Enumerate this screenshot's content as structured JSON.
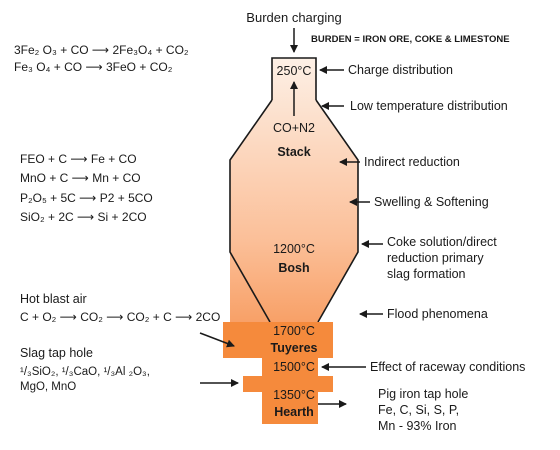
{
  "header": {
    "burden_charging": "Burden charging",
    "burden_definition": "BURDEN = IRON ORE, COKE & LIMESTONE"
  },
  "left_equations": {
    "upper": [
      "3Fe₂ O₃ + CO ⟶ 2Fe₃O₄ + CO₂",
      "Fe₃ O₄ + CO ⟶ 3FeO + CO₂"
    ],
    "middle": [
      "FEO + C ⟶ Fe + CO",
      "MnO + C ⟶ Mn + CO",
      "P₂O₅ + 5C ⟶ P2 + 5CO",
      "SiO₂ + 2C ⟶ Si + 2CO"
    ],
    "hot_blast_title": "Hot blast air",
    "hot_blast_eq": "C + O₂ ⟶ CO₂ ⟶ CO₂ + C ⟶ 2CO",
    "slag_title": "Slag tap hole",
    "slag_line1": "¹/₃SiO₂, ¹/₃CaO, ¹/₃Al ₂O₃,",
    "slag_line2": "MgO, MnO"
  },
  "furnace": {
    "top_temp": "250°C",
    "top_gas": "CO+N2",
    "zone_stack": "Stack",
    "temp_bosh": "1200°C",
    "zone_bosh": "Bosh",
    "temp_tuyeres": "1700°C",
    "zone_tuyeres": "Tuyeres",
    "temp_raceway": "1500°C",
    "temp_hearth": "1350°C",
    "zone_hearth": "Hearth",
    "colors": {
      "top": "#fdf0e6",
      "middle": "#fbbf98",
      "bottom": "#f47a2a",
      "base": "#f58a3c"
    }
  },
  "right_labels": {
    "charge_distribution": "Charge distribution",
    "low_temp_distribution": "Low temperature distribution",
    "indirect_reduction": "Indirect reduction",
    "swelling_softening": "Swelling & Softening",
    "coke_line1": "Coke solution/direct",
    "coke_line2": "reduction primary",
    "coke_line3": "slag formation",
    "flood_phenomena": "Flood phenomena",
    "raceway_effect": "Effect of raceway conditions",
    "pig_iron_title": "Pig iron tap hole",
    "pig_iron_line1": "Fe, C, Si, S, P,",
    "pig_iron_line2": "Mn - 93% Iron"
  }
}
